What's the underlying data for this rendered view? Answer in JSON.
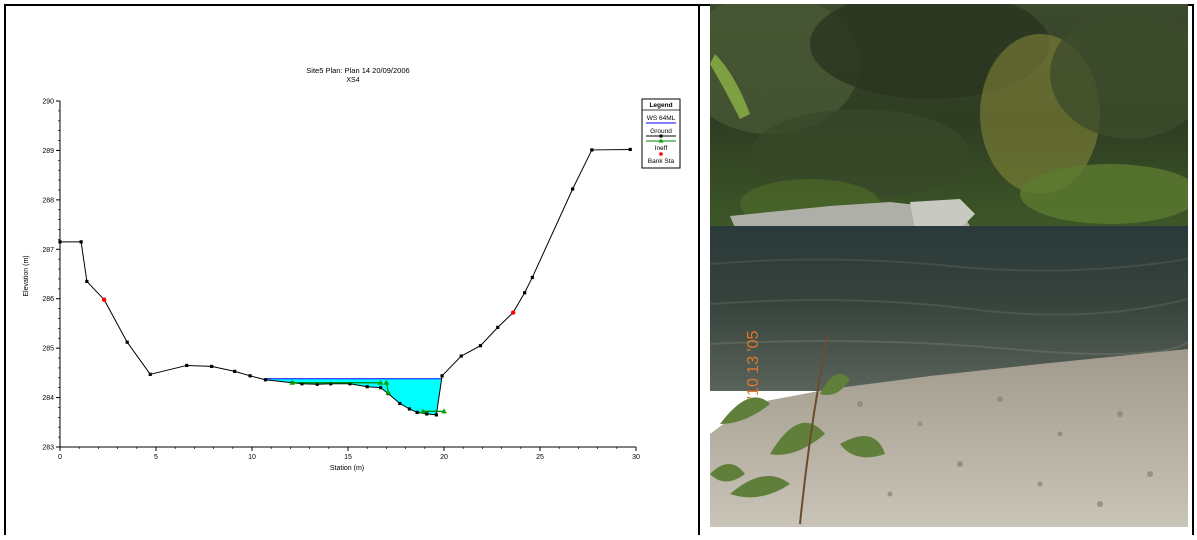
{
  "chart_data": {
    "type": "line",
    "title": "Site5      Plan: Plan 14    20/09/2006",
    "subtitle": "XS4",
    "xlabel": "Station (m)",
    "ylabel": "Elevation (m)",
    "xlim": [
      0,
      30
    ],
    "ylim": [
      283,
      290
    ],
    "x_ticks": [
      "0",
      "5",
      "10",
      "15",
      "20",
      "25",
      "30"
    ],
    "y_ticks": [
      "283",
      "284",
      "285",
      "286",
      "287",
      "288",
      "289",
      "290"
    ],
    "legend": {
      "title": "Legend",
      "placement": "top-right",
      "entries": [
        "WS 64ML",
        "Ground",
        "Ineff",
        "Bank Sta"
      ]
    },
    "series": [
      {
        "name": "Ground",
        "color": "#000000",
        "x": [
          0,
          1.1,
          1.4,
          2.3,
          3.5,
          4.7,
          6.6,
          7.9,
          9.1,
          9.9,
          10.7,
          12.1,
          12.6,
          13.4,
          14.1,
          15.1,
          16.0,
          16.7,
          17.1,
          17.7,
          18.2,
          18.6,
          19.1,
          19.6,
          19.9,
          20.9,
          21.9,
          22.8,
          23.6,
          24.2,
          24.6,
          26.7,
          27.7,
          29.7
        ],
        "y": [
          287.15,
          287.15,
          286.35,
          285.98,
          285.12,
          284.47,
          284.65,
          284.63,
          284.53,
          284.44,
          284.36,
          284.3,
          284.28,
          284.27,
          284.28,
          284.28,
          284.22,
          284.2,
          284.08,
          283.88,
          283.77,
          283.7,
          283.67,
          283.65,
          284.44,
          284.84,
          285.05,
          285.42,
          285.72,
          286.12,
          286.43,
          288.22,
          289.01,
          289.02
        ]
      },
      {
        "name": "WS 64ML",
        "color": "#00ffff",
        "elevation": 284.38,
        "x_extent": [
          10.7,
          19.9
        ]
      },
      {
        "name": "Ineff",
        "color": "#008000",
        "segments": [
          {
            "x": [
              12.1,
              16.7
            ],
            "y": [
              284.3,
              284.3
            ]
          },
          {
            "x": [
              17.0,
              17.1
            ],
            "y": [
              284.3,
              284.1
            ]
          },
          {
            "x": [
              18.9,
              20.0
            ],
            "y": [
              283.72,
              283.72
            ]
          }
        ]
      },
      {
        "name": "Bank Sta",
        "color": "#ff0000",
        "x": [
          2.3,
          23.6
        ],
        "y": [
          285.98,
          285.72
        ]
      }
    ],
    "grid": false
  },
  "photo": {
    "date_stamp": "'10 13 '05"
  }
}
